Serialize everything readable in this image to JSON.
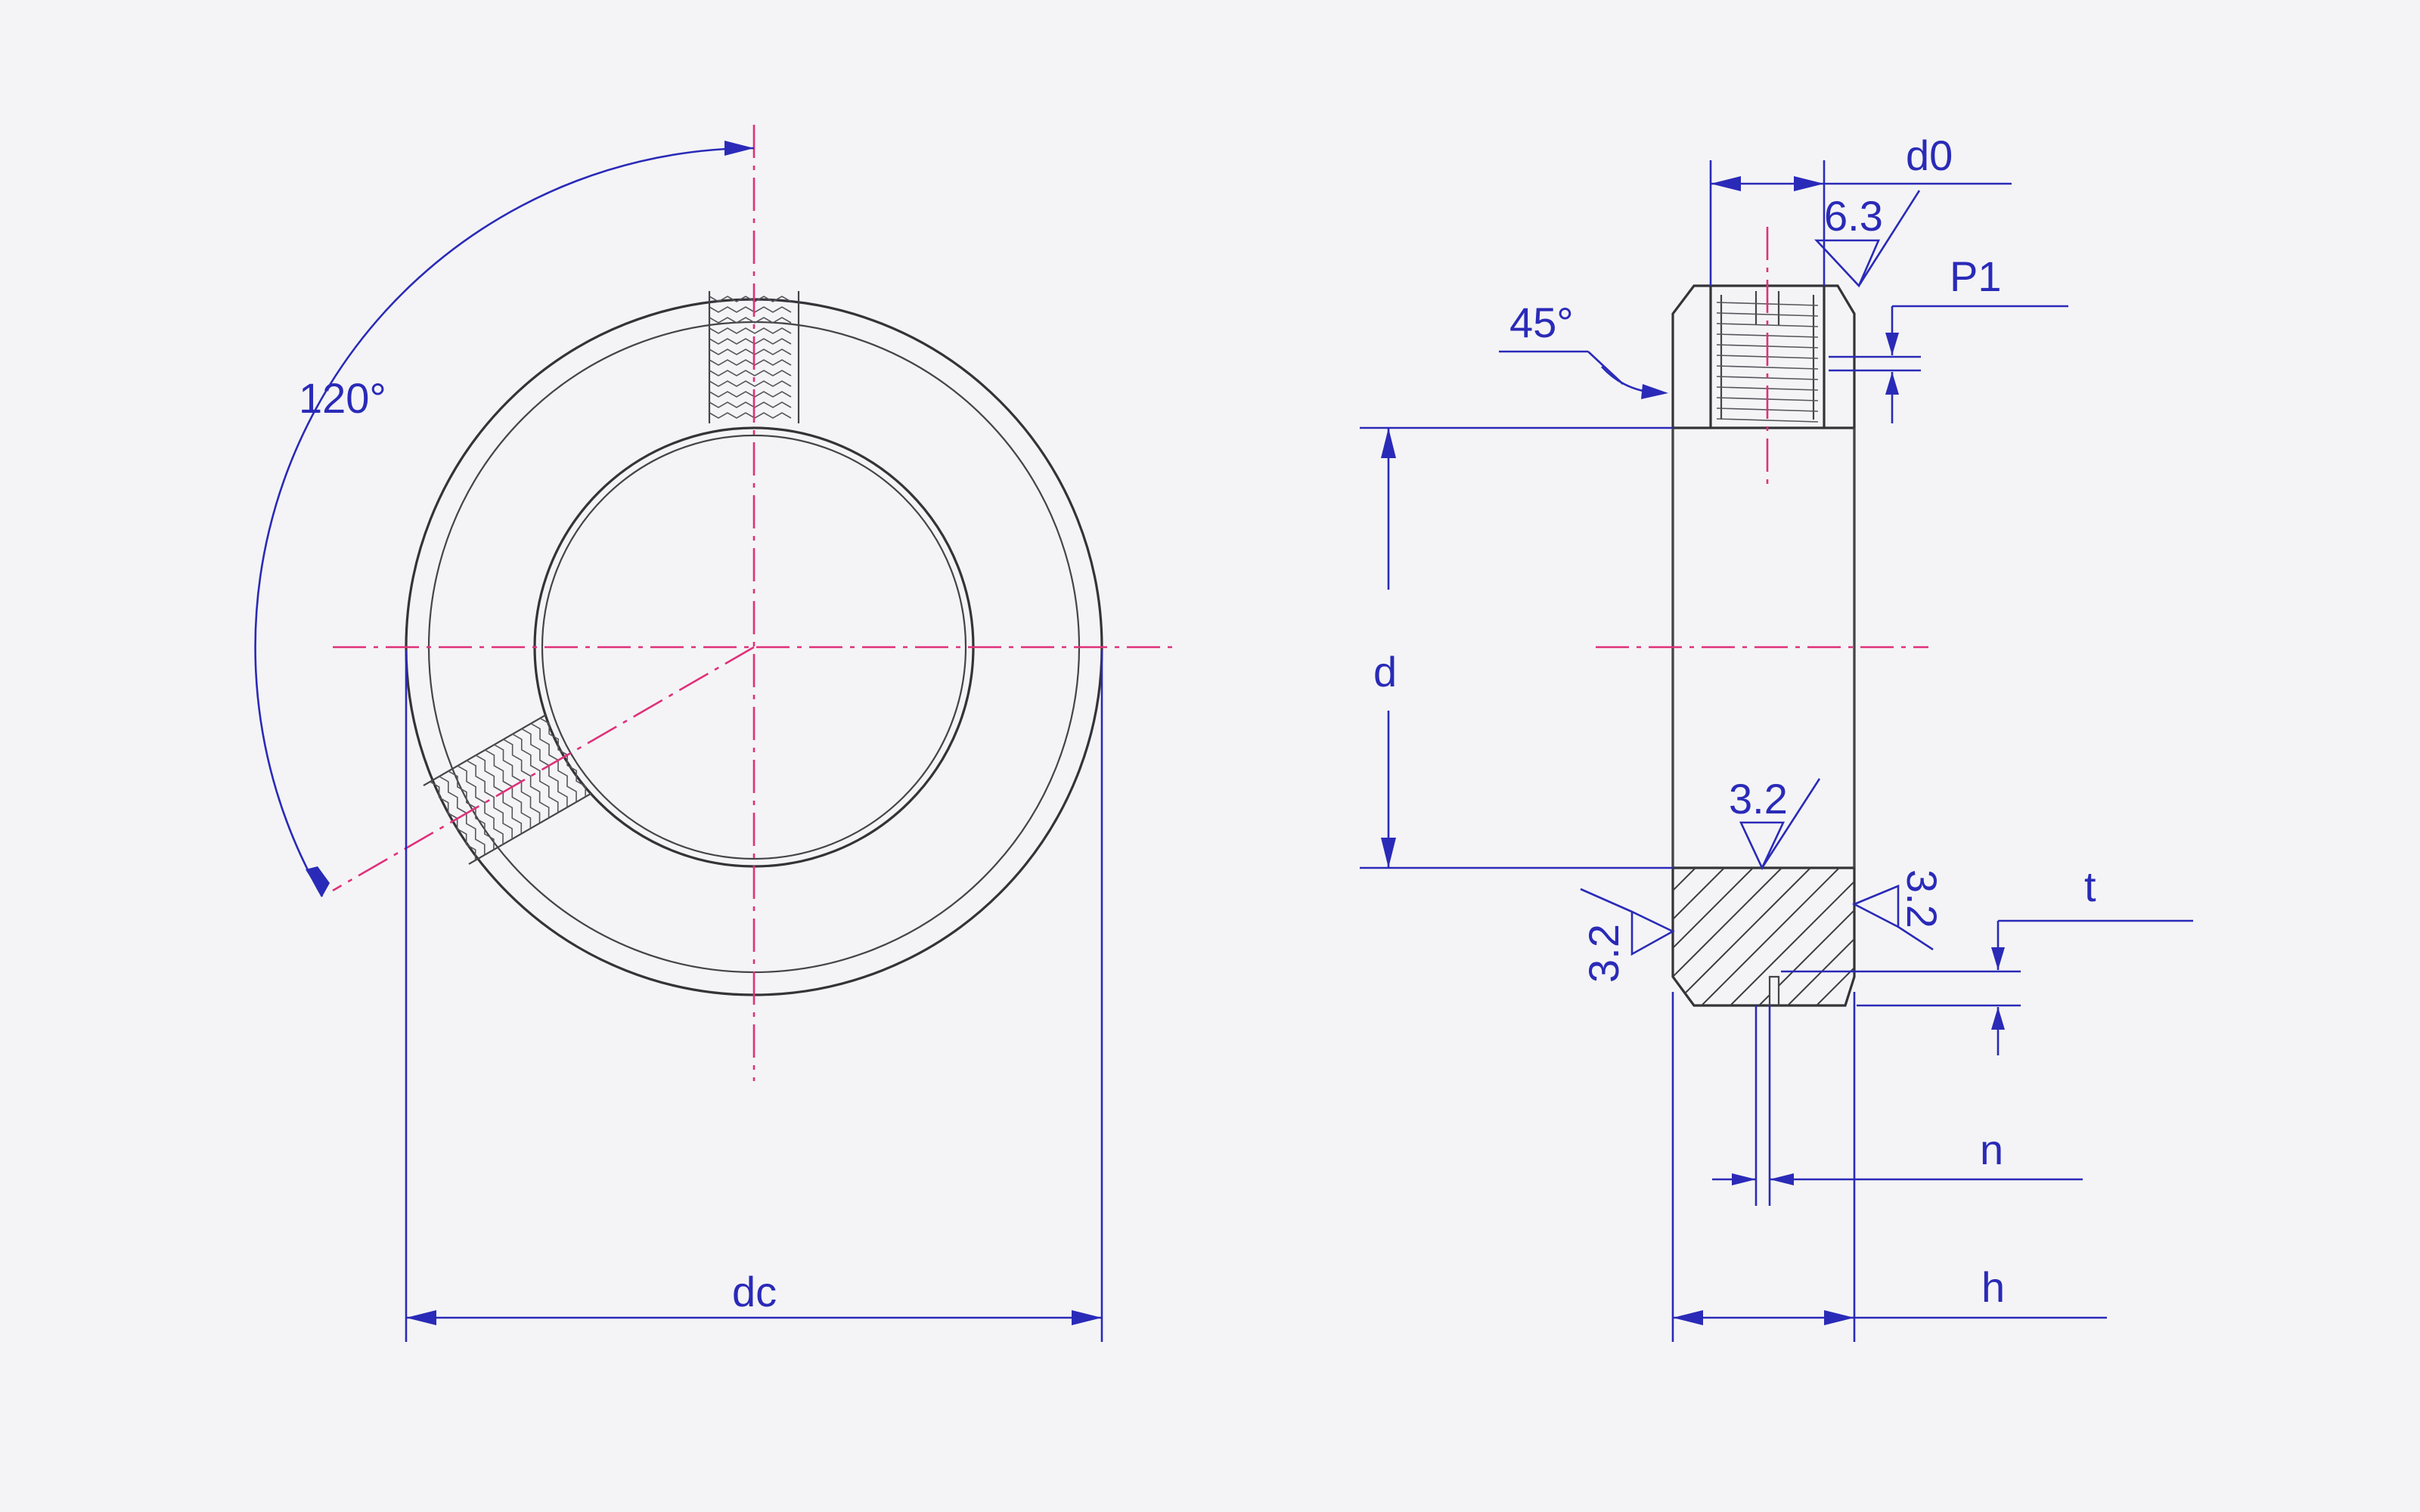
{
  "front_view": {
    "angle_label": "120°",
    "outer_diameter_label": "dc"
  },
  "side_view": {
    "screw_hole_label": "d0",
    "roughness_top": "6.3",
    "chamfer_label": "45°",
    "thread_pitch_label": "P1",
    "bore_label": "d",
    "roughness_bore": "3.2",
    "roughness_left_face": "3.2",
    "roughness_right_face": "3.2",
    "groove_depth_label": "t",
    "groove_width_label": "n",
    "width_label": "h"
  },
  "colors": {
    "dimension": "#2a2ab8",
    "centerline": "#e0307a",
    "object_line": "#333338"
  }
}
